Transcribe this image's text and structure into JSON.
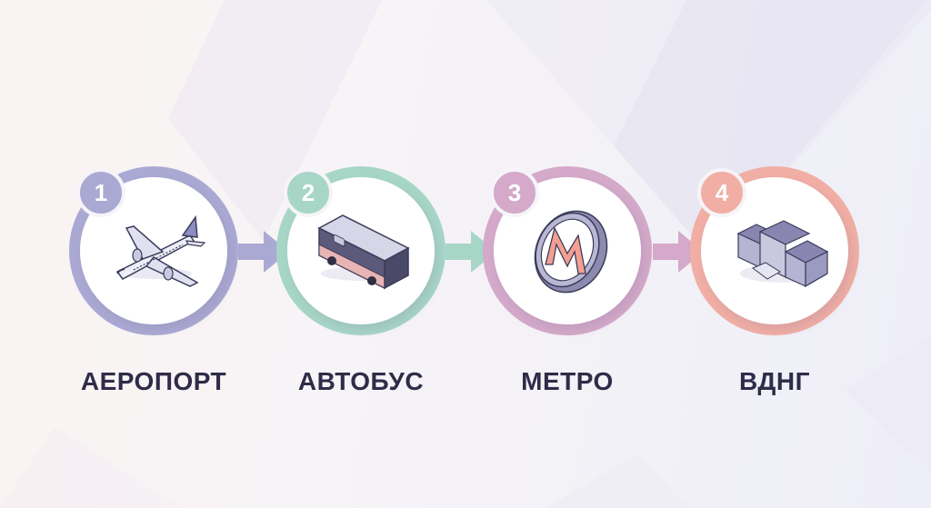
{
  "steps": [
    {
      "number": "1",
      "label": "АЕРОПОРТ",
      "icon": "airplane-icon",
      "color": "#aaa9d3"
    },
    {
      "number": "2",
      "label": "АВТОБУС",
      "icon": "bus-icon",
      "color": "#a7d6c6"
    },
    {
      "number": "3",
      "label": "МЕТРО",
      "icon": "metro-sign-icon",
      "color": "#d4a9c9"
    },
    {
      "number": "4",
      "label": "ВДНГ",
      "icon": "museum-building-icon",
      "color": "#f1aea4"
    }
  ],
  "arrows": [
    {
      "from": "1",
      "to": "2",
      "color": "#aaa9d3"
    },
    {
      "from": "2",
      "to": "3",
      "color": "#a7d6c6"
    },
    {
      "from": "3",
      "to": "4",
      "color": "#d4a9c9"
    }
  ]
}
